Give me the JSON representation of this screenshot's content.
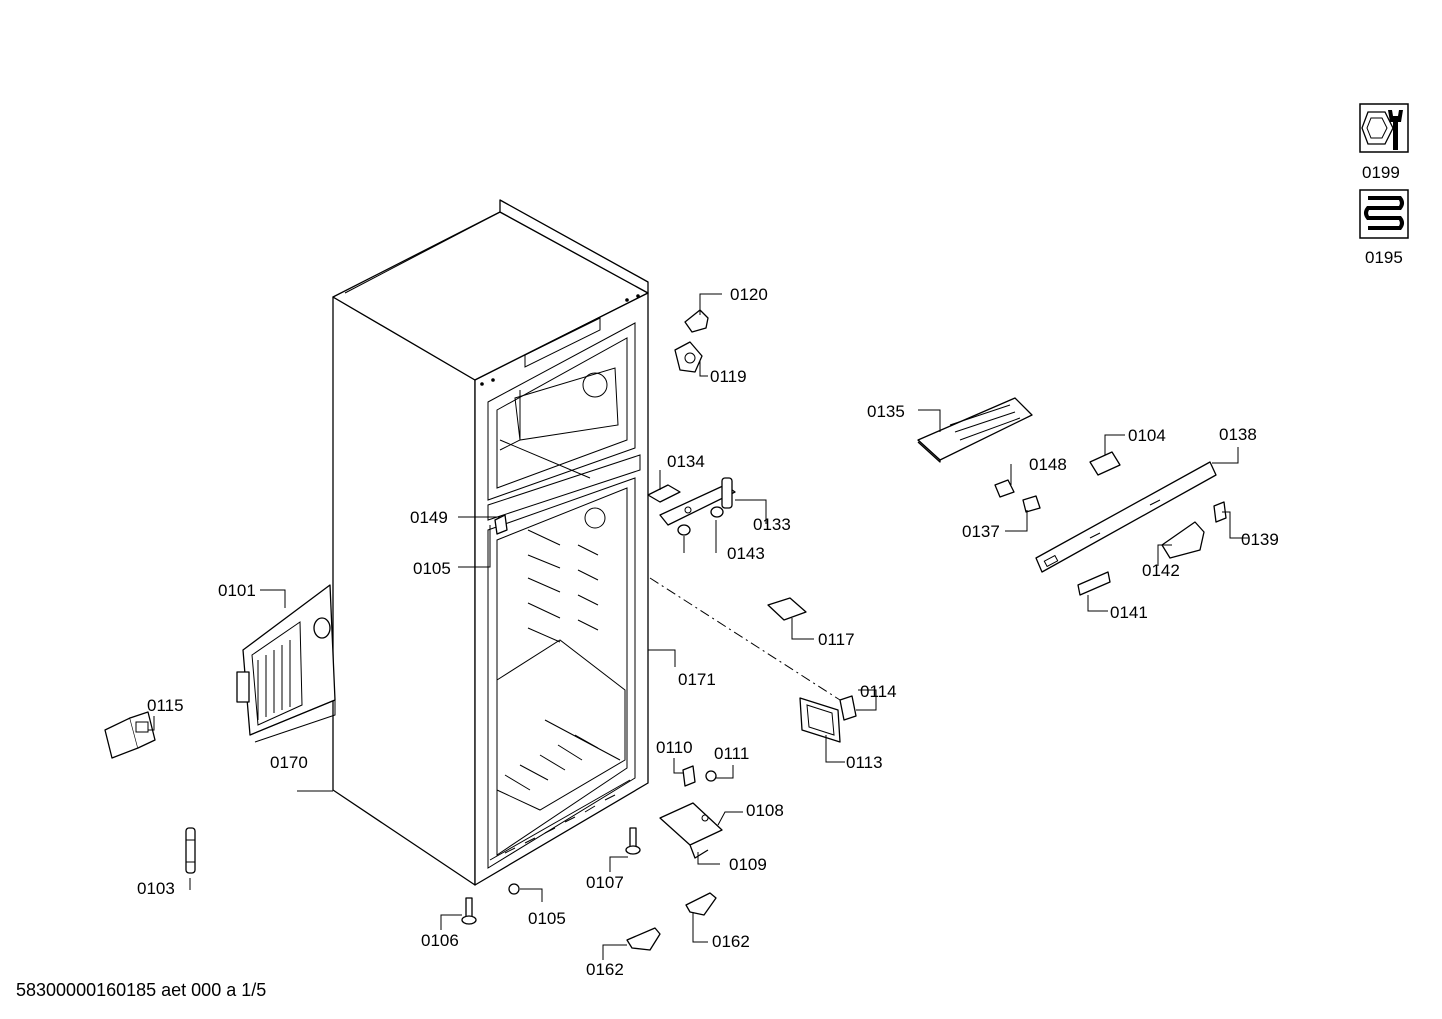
{
  "parts": {
    "p0101": "0101",
    "p0103": "0103",
    "p0104": "0104",
    "p0105a": "0105",
    "p0105b": "0105",
    "p0106": "0106",
    "p0107": "0107",
    "p0108": "0108",
    "p0109": "0109",
    "p0110": "0110",
    "p0111": "0111",
    "p0113": "0113",
    "p0114": "0114",
    "p0115": "0115",
    "p0117": "0117",
    "p0119": "0119",
    "p0120": "0120",
    "p0133": "0133",
    "p0134": "0134",
    "p0135": "0135",
    "p0137": "0137",
    "p0138": "0138",
    "p0139": "0139",
    "p0141": "0141",
    "p0142": "0142",
    "p0143": "0143",
    "p0148": "0148",
    "p0149": "0149",
    "p0162a": "0162",
    "p0162b": "0162",
    "p0170": "0170",
    "p0171": "0171",
    "p0195": "0195",
    "p0199": "0199"
  },
  "icons": {
    "p0199": "wrench-nut-icon",
    "p0195": "heating-coil-icon"
  },
  "footer": "58300000160185 aet 000 a 1/5"
}
